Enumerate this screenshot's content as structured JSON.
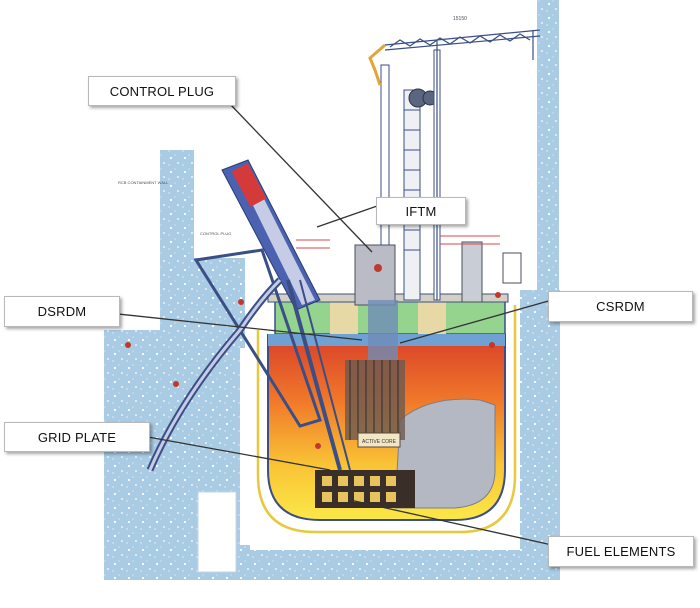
{
  "labels": {
    "control_plug": "CONTROL PLUG",
    "iftm": "IFTM",
    "dsrdm": "DSRDM",
    "csrdm": "CSRDM",
    "grid_plate": "GRID PLATE",
    "fuel_elements": "FUEL ELEMENTS"
  },
  "drawing_labels": {
    "active_core": "ACTIVE CORE",
    "containment_wall": "RCB CONTAINMENT WALL",
    "control_plug_note": "CONTROL PLUG",
    "dimension": "15150"
  },
  "colors": {
    "concrete": "#9fc3df",
    "steel": "#3b4f86",
    "hot_sodium": "#e8491b",
    "cold_sodium": "#f6e53c",
    "roof_green": "#8fd08a",
    "leader_line": "#333333"
  }
}
